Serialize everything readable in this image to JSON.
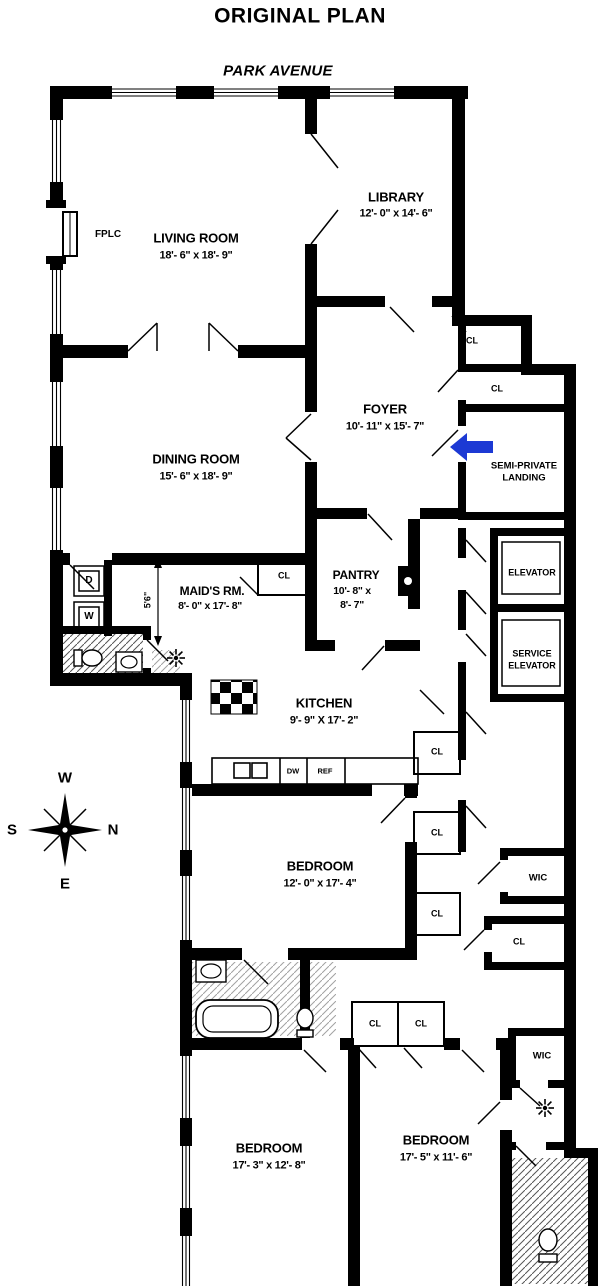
{
  "title": "ORIGINAL PLAN",
  "street": "PARK AVENUE",
  "rooms": {
    "living": {
      "name": "LIVING ROOM",
      "dims": "18'- 6\" x 18'- 9\""
    },
    "library": {
      "name": "LIBRARY",
      "dims": "12'- 0\" x 14'- 6\""
    },
    "foyer": {
      "name": "FOYER",
      "dims": "10'- 11\" x 15'- 7\""
    },
    "dining": {
      "name": "DINING ROOM",
      "dims": "15'- 6\" x 18'- 9\""
    },
    "landing": {
      "line1": "SEMI-PRIVATE",
      "line2": "LANDING"
    },
    "elevator": {
      "name": "ELEVATOR"
    },
    "service_elevator": {
      "line1": "SERVICE",
      "line2": "ELEVATOR"
    },
    "pantry": {
      "name": "PANTRY",
      "dims1": "10'- 8\" x",
      "dims2": "8'- 7\""
    },
    "maids": {
      "name": "MAID'S RM.",
      "dims": "8'- 0\" x 17'- 8\""
    },
    "kitchen": {
      "name": "KITCHEN",
      "dims": "9'- 9\" X 17'- 2\""
    },
    "bedroom_mid": {
      "name": "BEDROOM",
      "dims": "12'- 0\" x 17'- 4\""
    },
    "bedroom_left": {
      "name": "BEDROOM",
      "dims": "17'- 3\" x 12'- 8\""
    },
    "bedroom_right": {
      "name": "BEDROOM",
      "dims": "17'- 5\" x 11'- 6\""
    }
  },
  "small_labels": {
    "fplc": "FPLC",
    "cl": "CL",
    "wic": "WIC",
    "dryer": "D",
    "washer": "W",
    "dishwasher": "DW",
    "refrigerator": "REF",
    "maids_dim": "5'6\""
  },
  "compass": {
    "west": "W",
    "north": "N",
    "south": "S",
    "east": "E"
  },
  "colors": {
    "entry_arrow": "#1c39d4",
    "wall": "#000000"
  }
}
